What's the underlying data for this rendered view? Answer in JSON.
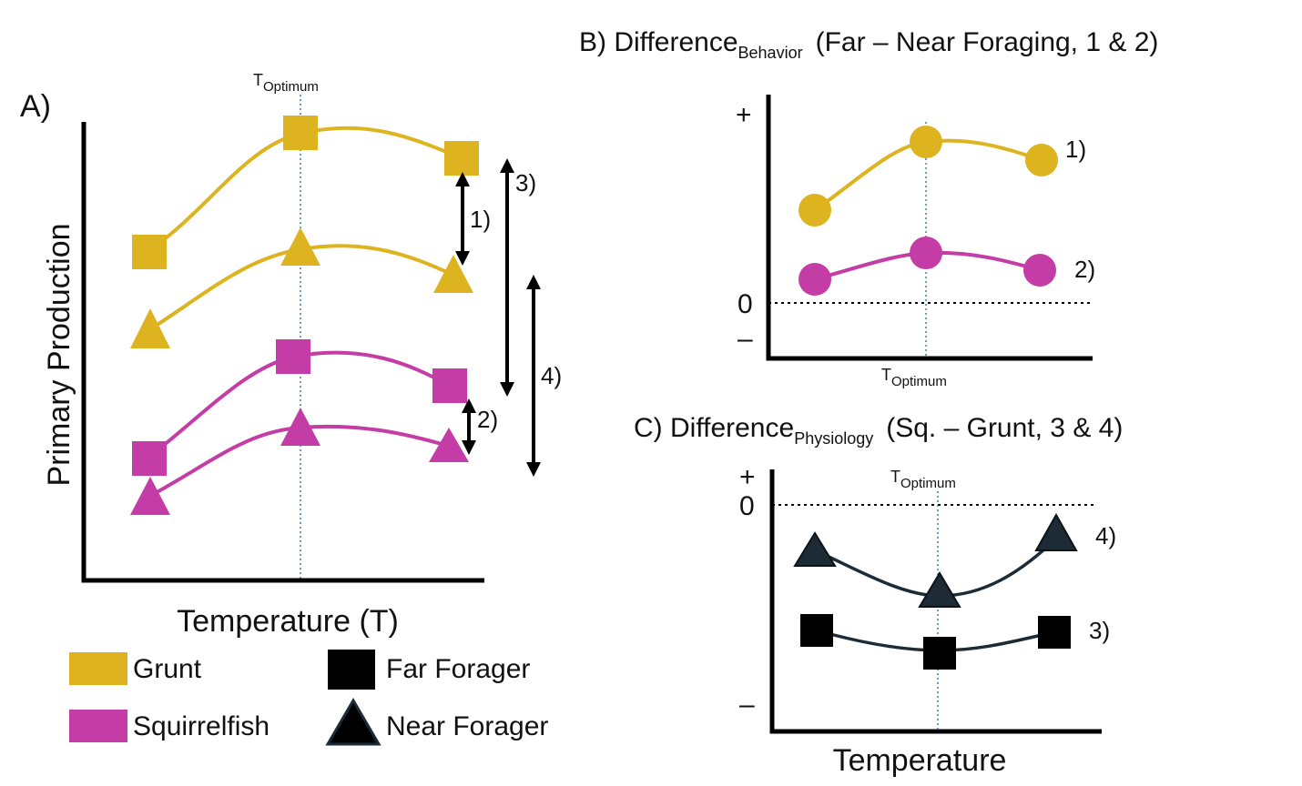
{
  "colors": {
    "grunt": "#DDB320",
    "squirrelfish": "#C43DA6",
    "physiology": "#1c2b36",
    "marker_black": "#000000"
  },
  "panelA": {
    "tag": "A)",
    "y_label": "Primary Production",
    "x_label": "Temperature (T)",
    "t_opt": "T",
    "t_opt_sub": "Optimum",
    "arrows": [
      "1)",
      "2)",
      "3)",
      "4)"
    ]
  },
  "panelB": {
    "title": "B) Difference",
    "title_sub": "Behavior",
    "title_tail": "(Far – Near Foraging, 1 & 2)",
    "plus": "+",
    "zero": "0",
    "minus": "–",
    "t_opt": "T",
    "t_opt_sub": "Optimum",
    "series_labels": [
      "1)",
      "2)"
    ]
  },
  "panelC": {
    "title": "C) Difference",
    "title_sub": "Physiology",
    "title_tail": "(Sq. – Grunt, 3 & 4)",
    "plus": "+",
    "zero": "0",
    "minus": "–",
    "t_opt": "T",
    "t_opt_sub": "Optimum",
    "x_label": "Temperature",
    "series_labels": [
      "4)",
      "3)"
    ]
  },
  "legend": {
    "grunt": "Grunt",
    "squirrelfish": "Squirrelfish",
    "far": "Far Forager",
    "near": "Near Forager"
  }
}
